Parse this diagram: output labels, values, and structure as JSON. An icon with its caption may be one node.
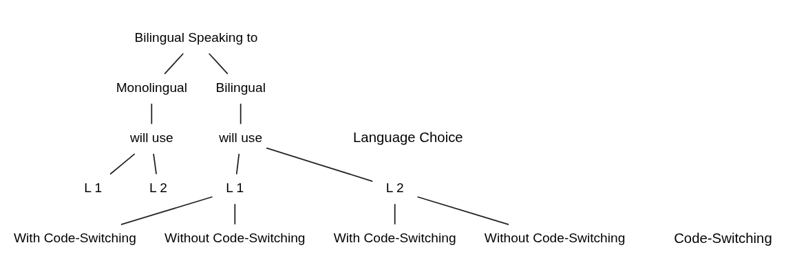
{
  "diagram": {
    "nodes": [
      {
        "text": [
          "Bilingual Speaking to"
        ]
      },
      {
        "text": [
          "Monolingual"
        ]
      },
      {
        "text": [
          "Bilingual"
        ]
      },
      {
        "text": [
          "will use"
        ]
      },
      {
        "text": [
          "L 1"
        ]
      },
      {
        "text": [
          "L 2"
        ]
      },
      {
        "text": [
          "will use"
        ]
      },
      {
        "text": [
          "L 1"
        ]
      },
      {
        "text": [
          "L 2"
        ]
      },
      {
        "text": [
          "With Code-Switching"
        ]
      },
      {
        "text": [
          "Without Code-Switching"
        ]
      },
      {
        "text": [
          "With Code-Switching"
        ]
      },
      {
        "text": [
          "Without Code-Switching"
        ]
      }
    ],
    "edges": [
      {
        "from": 0,
        "to": 1,
        "arrow": "none"
      },
      {
        "from": 0,
        "to": 2,
        "arrow": "none"
      },
      {
        "from": 1,
        "to": 3,
        "arrow": "none"
      },
      {
        "from": 3,
        "to": 4,
        "arrow": "none"
      },
      {
        "from": 3,
        "to": 5,
        "arrow": "none"
      },
      {
        "from": 2,
        "to": 6,
        "arrow": "none"
      },
      {
        "from": 6,
        "to": 7,
        "arrow": "none"
      },
      {
        "from": 6,
        "to": 8,
        "arrow": "none"
      },
      {
        "from": 7,
        "to": 9,
        "arrow": "none"
      },
      {
        "from": 7,
        "to": 10,
        "arrow": "none"
      },
      {
        "from": 8,
        "to": 11,
        "arrow": "none"
      },
      {
        "from": 8,
        "to": 12,
        "arrow": "none"
      }
    ],
    "labels": [
      "Language Choice",
      "Code-Switching"
    ]
  }
}
